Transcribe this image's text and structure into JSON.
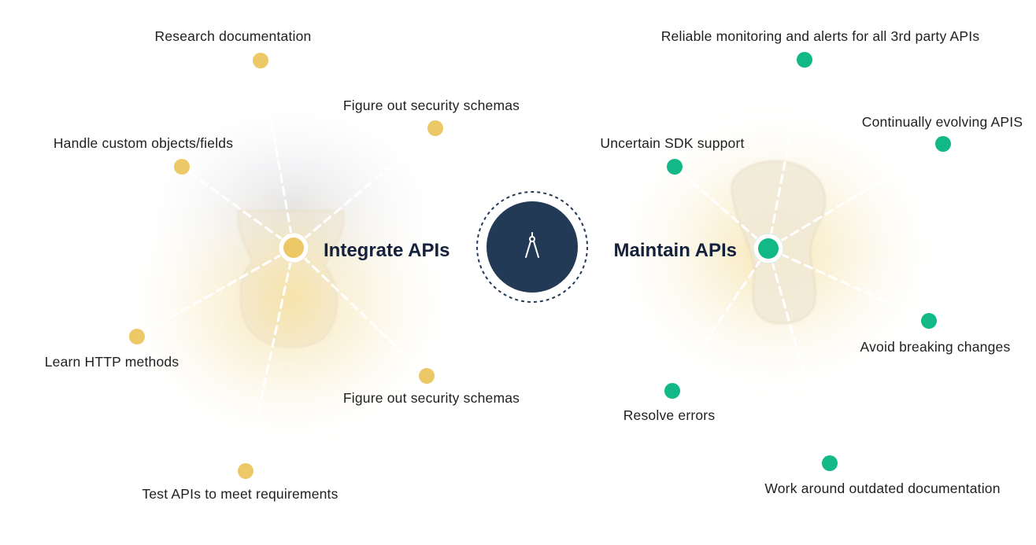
{
  "colors": {
    "integrate_dot": "#ecc866",
    "maintain_dot": "#12b886",
    "center_fill": "#233a57",
    "center_ring": "#233a57",
    "line": "#ffffff",
    "text": "#1f1f1f"
  },
  "center": {
    "icon": "compass-icon"
  },
  "integrate": {
    "title": "Integrate APIs",
    "items": [
      "Research documentation",
      "Figure out security schemas",
      "Handle custom objects/fields",
      "Learn HTTP methods",
      "Figure out security schemas",
      "Test APIs to meet requirements"
    ]
  },
  "maintain": {
    "title": "Maintain APIs",
    "items": [
      "Reliable monitoring and alerts for all 3rd party APIs",
      "Continually evolving APIS",
      "Uncertain SDK support",
      "Avoid breaking changes",
      "Resolve errors",
      "Work around outdated documentation"
    ]
  }
}
